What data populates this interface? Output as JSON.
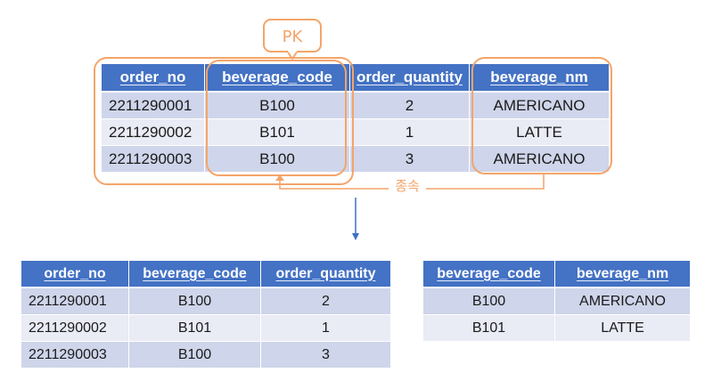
{
  "pk_label": "PK",
  "dependency_label": "종속",
  "top_table": {
    "headers": [
      "order_no",
      "beverage_code",
      "order_quantity",
      "beverage_nm"
    ],
    "rows": [
      [
        "2211290001",
        "B100",
        "2",
        "AMERICANO"
      ],
      [
        "2211290002",
        "B101",
        "1",
        "LATTE"
      ],
      [
        "2211290003",
        "B100",
        "3",
        "AMERICANO"
      ]
    ]
  },
  "orders_table": {
    "headers": [
      "order_no",
      "beverage_code",
      "order_quantity"
    ],
    "rows": [
      [
        "2211290001",
        "B100",
        "2"
      ],
      [
        "2211290002",
        "B101",
        "1"
      ],
      [
        "2211290003",
        "B100",
        "3"
      ]
    ]
  },
  "beverage_table": {
    "headers": [
      "beverage_code",
      "beverage_nm"
    ],
    "rows": [
      [
        "B100",
        "AMERICANO"
      ],
      [
        "B101",
        "LATTE"
      ]
    ]
  },
  "colors": {
    "header_bg": "#4472c4",
    "row_odd": "#cfd5ea",
    "row_even": "#e9ebf5",
    "annotation": "#f4a46a",
    "arrow": "#3e6fc4"
  }
}
